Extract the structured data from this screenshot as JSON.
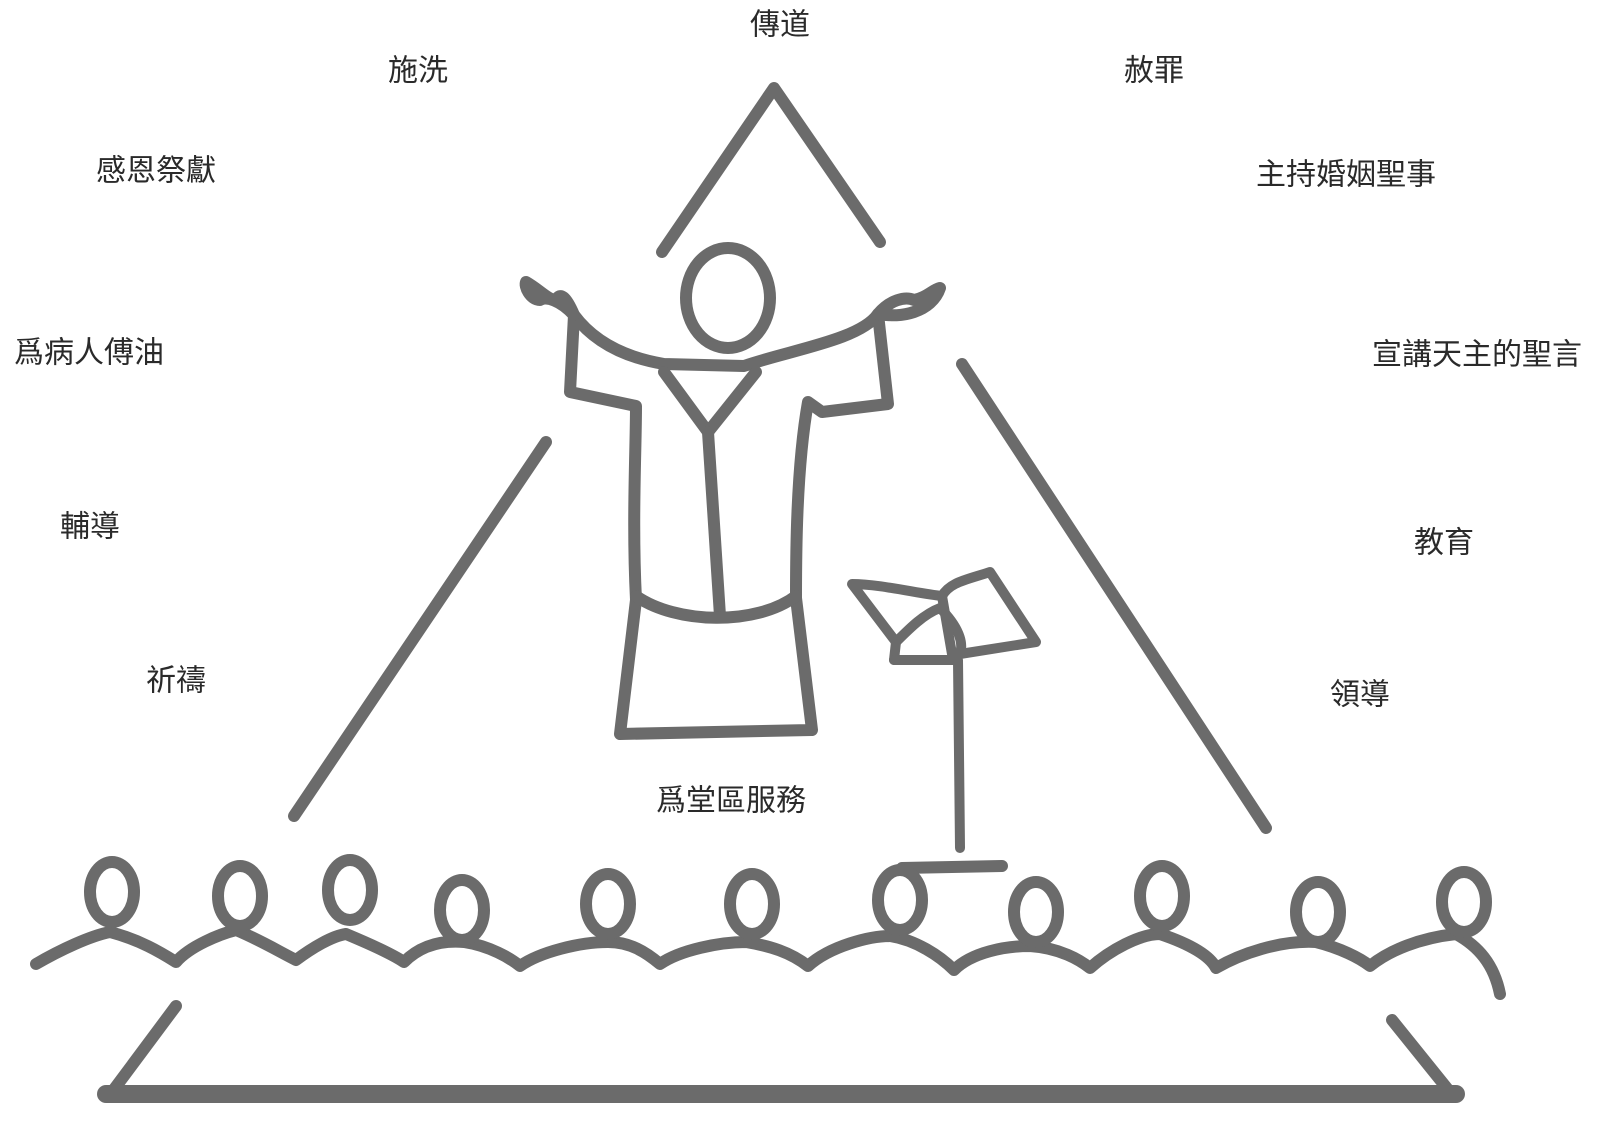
{
  "labels": {
    "top": "傳道",
    "upper_left": "施洗",
    "upper_right": "赦罪",
    "left_1": "感恩祭獻",
    "left_2": "爲病人傅油",
    "left_3": "輔導",
    "left_4": "祈禱",
    "right_1": "主持婚姻聖事",
    "right_2": "宣講天主的聖言",
    "right_3": "教育",
    "right_4": "領導",
    "center_bottom": "爲堂區服務"
  },
  "colors": {
    "stroke": "#6b6b6b",
    "text": "#2a2a2a",
    "background": "#ffffff"
  },
  "figures": {
    "priest": "priest-with-raised-arms",
    "lectern": "lectern-with-open-book",
    "congregation_count": 11
  }
}
